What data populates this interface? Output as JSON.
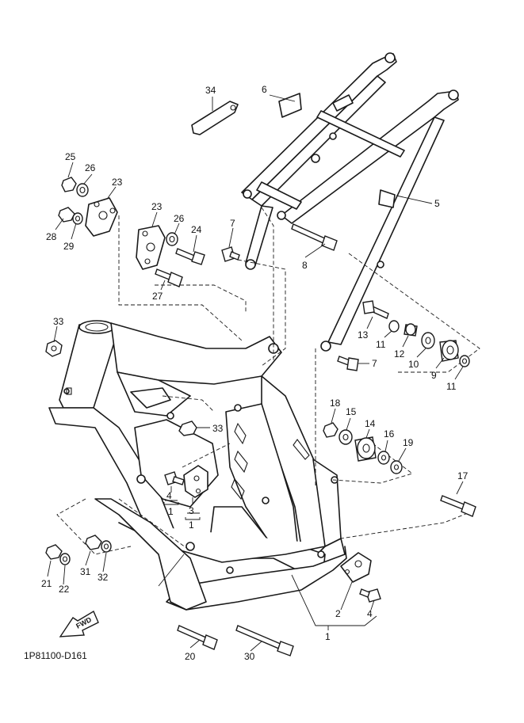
{
  "diagram_code": "1P81100-D161",
  "fwd_label": "FWD",
  "callouts": {
    "c1a": "1",
    "c1b": "1",
    "c1c": "1",
    "c2": "2",
    "c3": "3",
    "c4a": "4",
    "c4b": "4",
    "c5": "5",
    "c6": "6",
    "c7a": "7",
    "c7b": "7",
    "c8": "8",
    "c9": "9",
    "c10": "10",
    "c11a": "11",
    "c11b": "11",
    "c12": "12",
    "c13": "13",
    "c14": "14",
    "c15": "15",
    "c16": "16",
    "c17": "17",
    "c18": "18",
    "c19": "19",
    "c20": "20",
    "c21": "21",
    "c22": "22",
    "c23a": "23",
    "c23b": "23",
    "c24": "24",
    "c25": "25",
    "c26a": "26",
    "c26b": "26",
    "c27": "27",
    "c28": "28",
    "c29": "29",
    "c30": "30",
    "c31": "31",
    "c32": "32",
    "c33a": "33",
    "c33b": "33",
    "c34": "34"
  }
}
